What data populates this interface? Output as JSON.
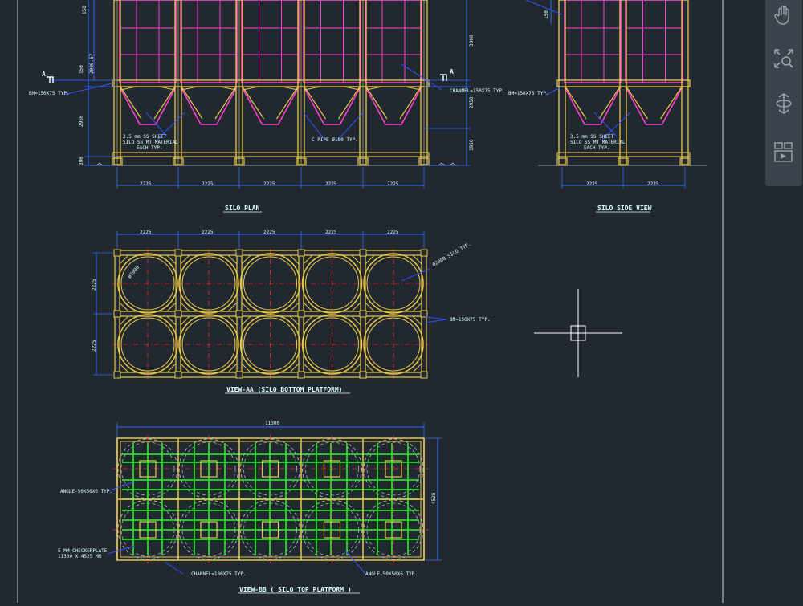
{
  "colors": {
    "background": "#212830",
    "steel": "#e8c84a",
    "silo_wall": "#ff3cd2",
    "dimension": "#2b6cff",
    "text": "#d9ffff",
    "centerline": "#ff2a2a",
    "green_grid": "#22e022",
    "crosshair": "#ffffff",
    "leader": "#3050ff",
    "hidden": "#aab4b4"
  },
  "silo_plan": {
    "title": "SILO PLAN",
    "height_dims": [
      "2000.67",
      "150",
      "2950",
      "300"
    ],
    "right_dims": [
      "3000",
      "2950",
      "1950"
    ],
    "bay_dims": [
      "2225",
      "2225",
      "2225",
      "2225",
      "2225"
    ],
    "section_mark_left": "A",
    "section_mark_right": "A",
    "notes": {
      "beam": "BM=150X75 TYP.",
      "channel": "CHANNEL=150X75 TYP.",
      "sheet_left": "3.5 mm SS SHEET",
      "sheet_left_2": "SILO SS MT MATERIAL",
      "sheet_left_3": "EACH TYP.",
      "pipe": "C-PIPE Ø150 TYP.",
      "top_dim": "150"
    }
  },
  "silo_side": {
    "title": "SILO SIDE VIEW",
    "top_dim": "150",
    "beam": "BM=150X75 TYP.",
    "bay_dims": [
      "2225",
      "2225"
    ],
    "sheet": "3.5 mm SS SHEET",
    "sheet_2": "SILO SS MT MATERIAL",
    "sheet_3": "EACH TYP."
  },
  "view_aa": {
    "title": "VIEW-AA (SILO BOTTOM PLATFORM)",
    "bay_dims": [
      "2225",
      "2225",
      "2225",
      "2225",
      "2225"
    ],
    "side_dims": [
      "2225",
      "2225"
    ],
    "dia_label": "Ø2000",
    "silo_note": "Ø2000 SILO TYP.",
    "beam": "BM=150X75 TYP."
  },
  "view_bb": {
    "title": "VIEW-BB ( SILO TOP PLATFORM )",
    "width_dim": "11300",
    "height_dim": "4525",
    "angle_left": "ANGLE-50X50X6 TYP.",
    "plate": "5 MM CHECKERPLATE",
    "plate_2": "11300 X 4525 MM",
    "channel": "CHANNEL=100X75 TYP.",
    "angle_right": "ANGLE-50X50X6 TYP."
  },
  "nav": {
    "pan_icon": "hand-icon",
    "zoom_icon": "zoom-icon",
    "orbit_icon": "orbit-icon",
    "showmotion_icon": "showmotion-icon"
  }
}
